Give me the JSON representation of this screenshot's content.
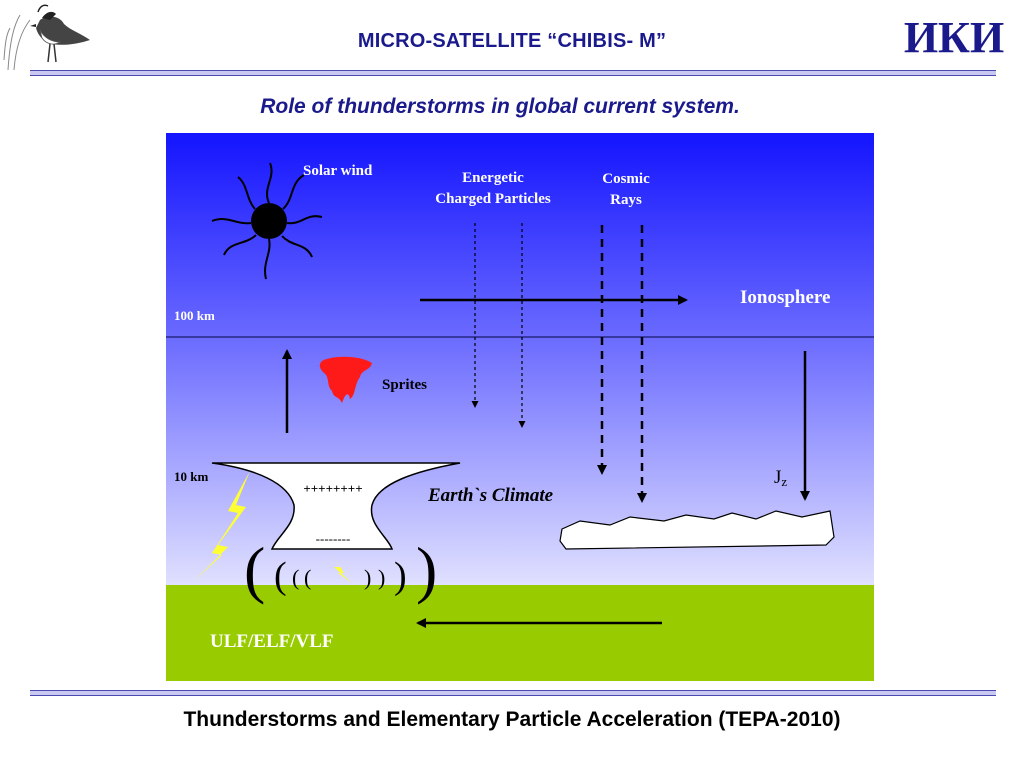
{
  "header": {
    "title": "MICRO-SATELLITE “CHIBIS- M”",
    "logo_text": "ИКИ"
  },
  "subtitle": "Role of thunderstorms in global current system.",
  "diagram": {
    "solar_wind": "Solar wind",
    "energetic_line1": "Energetic",
    "energetic_line2": "Charged Particles",
    "cosmic_line1": "Cosmic",
    "cosmic_line2": "Rays",
    "ionosphere": "Ionosphere",
    "alt_100km": "100 km",
    "sprites": "Sprites",
    "alt_10km": "10 km",
    "plus_charges": "++++++++",
    "minus_charges": "--------",
    "earth_climate": "Earth`s Climate",
    "jz_main": "J",
    "jz_sub": "z",
    "ulf": "ULF/ELF/VLF",
    "colors": {
      "sky_top": "#1a1aff",
      "sky_bottom": "#dcdcff",
      "ground": "#99cc00",
      "lightning": "#ffff33",
      "sprite": "#ff1a1a"
    }
  },
  "footer": "Thunderstorms and Elementary Particle Acceleration (TEPA-2010)"
}
